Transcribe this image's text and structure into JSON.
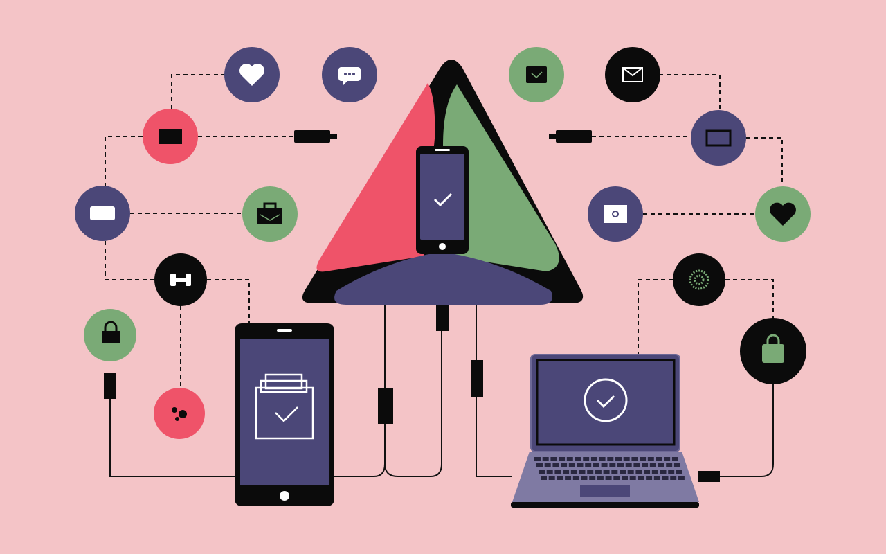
{
  "colors": {
    "background": "#f4c4c7",
    "purple": "#4b4778",
    "red": "#ef5369",
    "green": "#7aaa76",
    "black": "#0b0b0b",
    "laptop_body": "#7f7aa3"
  },
  "icons": [
    {
      "name": "heart-icon",
      "bubble": "purple"
    },
    {
      "name": "chat-bubble-icon",
      "bubble": "purple"
    },
    {
      "name": "card-icon",
      "bubble": "red"
    },
    {
      "name": "card-icon",
      "bubble": "purple"
    },
    {
      "name": "briefcase-icon",
      "bubble": "green"
    },
    {
      "name": "dumbbell-icon",
      "bubble": "black"
    },
    {
      "name": "lock-icon",
      "bubble": "green"
    },
    {
      "name": "sync-icon",
      "bubble": "red"
    },
    {
      "name": "inbox-check-icon",
      "bubble": "green"
    },
    {
      "name": "mail-icon",
      "bubble": "black"
    },
    {
      "name": "tablet-icon",
      "bubble": "purple"
    },
    {
      "name": "heart-icon",
      "bubble": "green"
    },
    {
      "name": "settings-card-icon",
      "bubble": "purple"
    },
    {
      "name": "globe-icon",
      "bubble": "black"
    },
    {
      "name": "shopping-bag-icon",
      "bubble": "black"
    }
  ],
  "devices": {
    "center_phone": "checkmark-icon",
    "tablet": "folder-check-icon",
    "laptop": "circle-check-icon"
  }
}
